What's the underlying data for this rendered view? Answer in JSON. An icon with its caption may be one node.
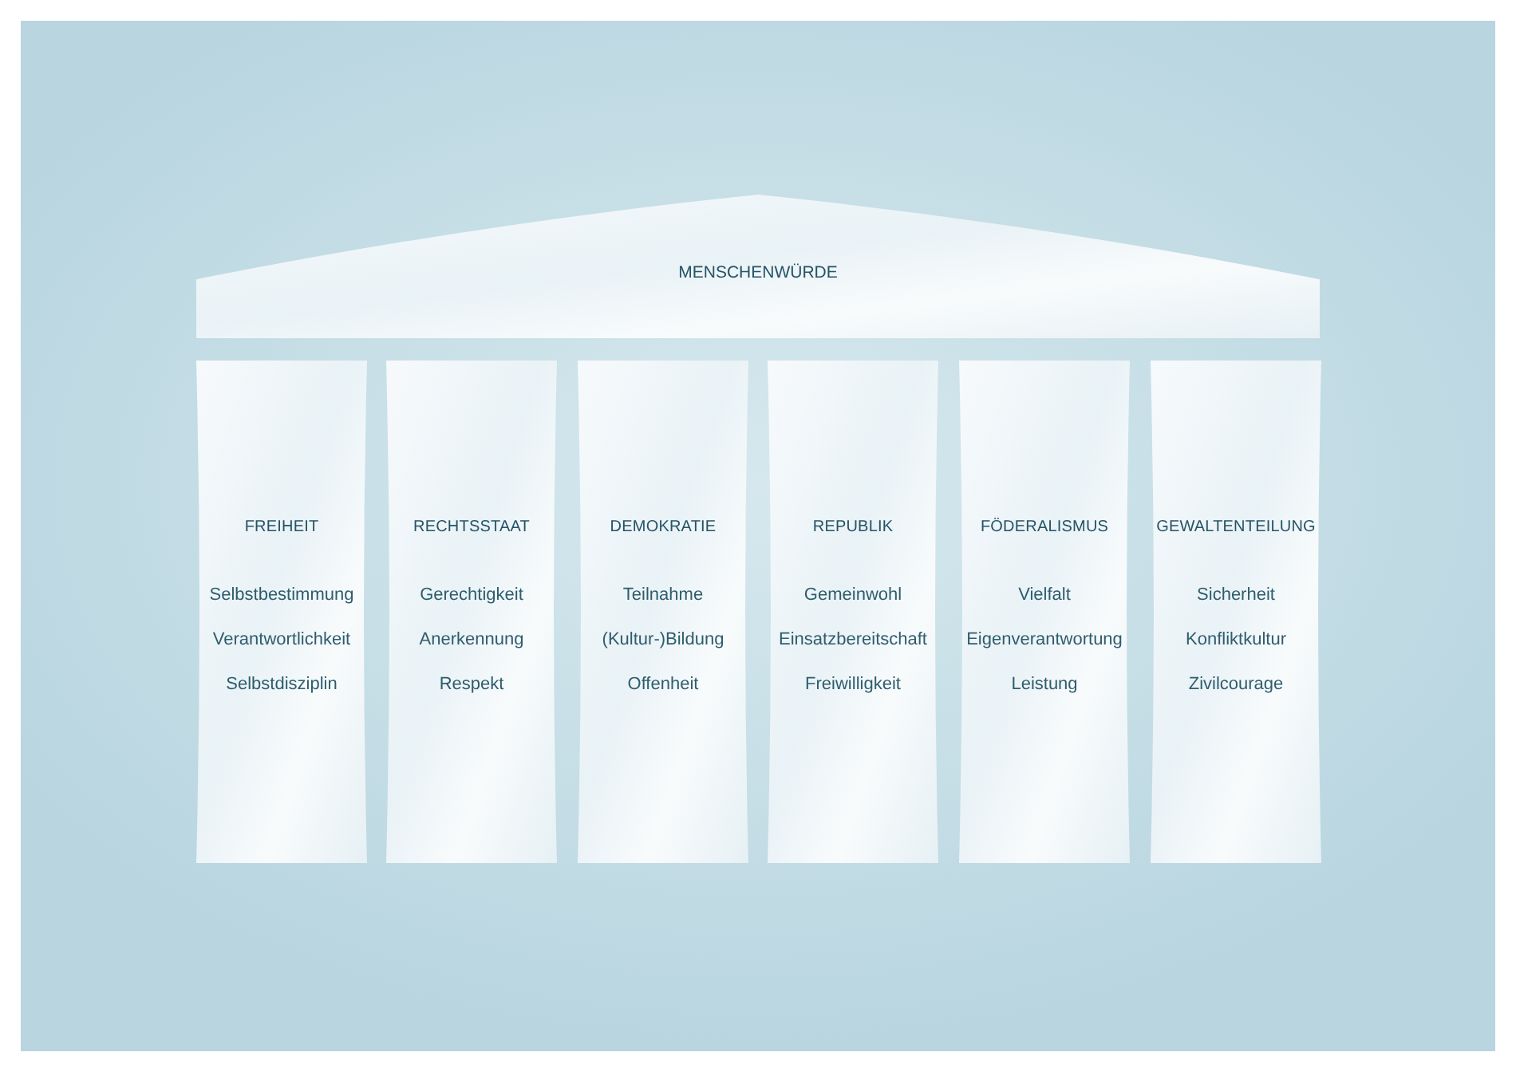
{
  "diagram": {
    "nodes": [
      {
        "text": [
          "MENSCHENWÜRDE"
        ]
      },
      {
        "text": [
          "FREIHEIT",
          "Selbstbestimmung",
          "Verantwortlichkeit",
          "Selbstdisziplin"
        ]
      },
      {
        "text": [
          "RECHTSSTAAT",
          "Gerechtigkeit",
          "Anerkennung",
          "Respekt"
        ]
      },
      {
        "text": [
          "DEMOKRATIE",
          "Teilnahme",
          "(Kultur-)Bildung",
          "Offenheit"
        ]
      },
      {
        "text": [
          "REPUBLIK",
          "Gemeinwohl",
          "Einsatzbereitschaft",
          "Freiwilligkeit"
        ]
      },
      {
        "text": [
          "FÖDERALISMUS",
          "Vielfalt",
          "Eigenverantwortung",
          "Leistung"
        ]
      },
      {
        "text": [
          "GEWALTENTEILUNG",
          "Sicherheit",
          "Konfliktkultur",
          "Zivilcourage"
        ]
      }
    ]
  }
}
